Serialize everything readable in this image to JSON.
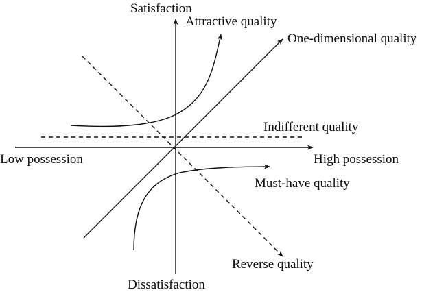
{
  "axes": {
    "y_top": "Satisfaction",
    "y_bottom": "Dissatisfaction",
    "x_left": "Low possession",
    "x_right": "High possession"
  },
  "curves": {
    "attractive": "Attractive quality",
    "one_dimensional": "One-dimensional quality",
    "indifferent": "Indifferent quality",
    "must_have": "Must-have quality",
    "reverse": "Reverse quality"
  },
  "colors": {
    "ink": "#111111",
    "background": "#ffffff"
  }
}
